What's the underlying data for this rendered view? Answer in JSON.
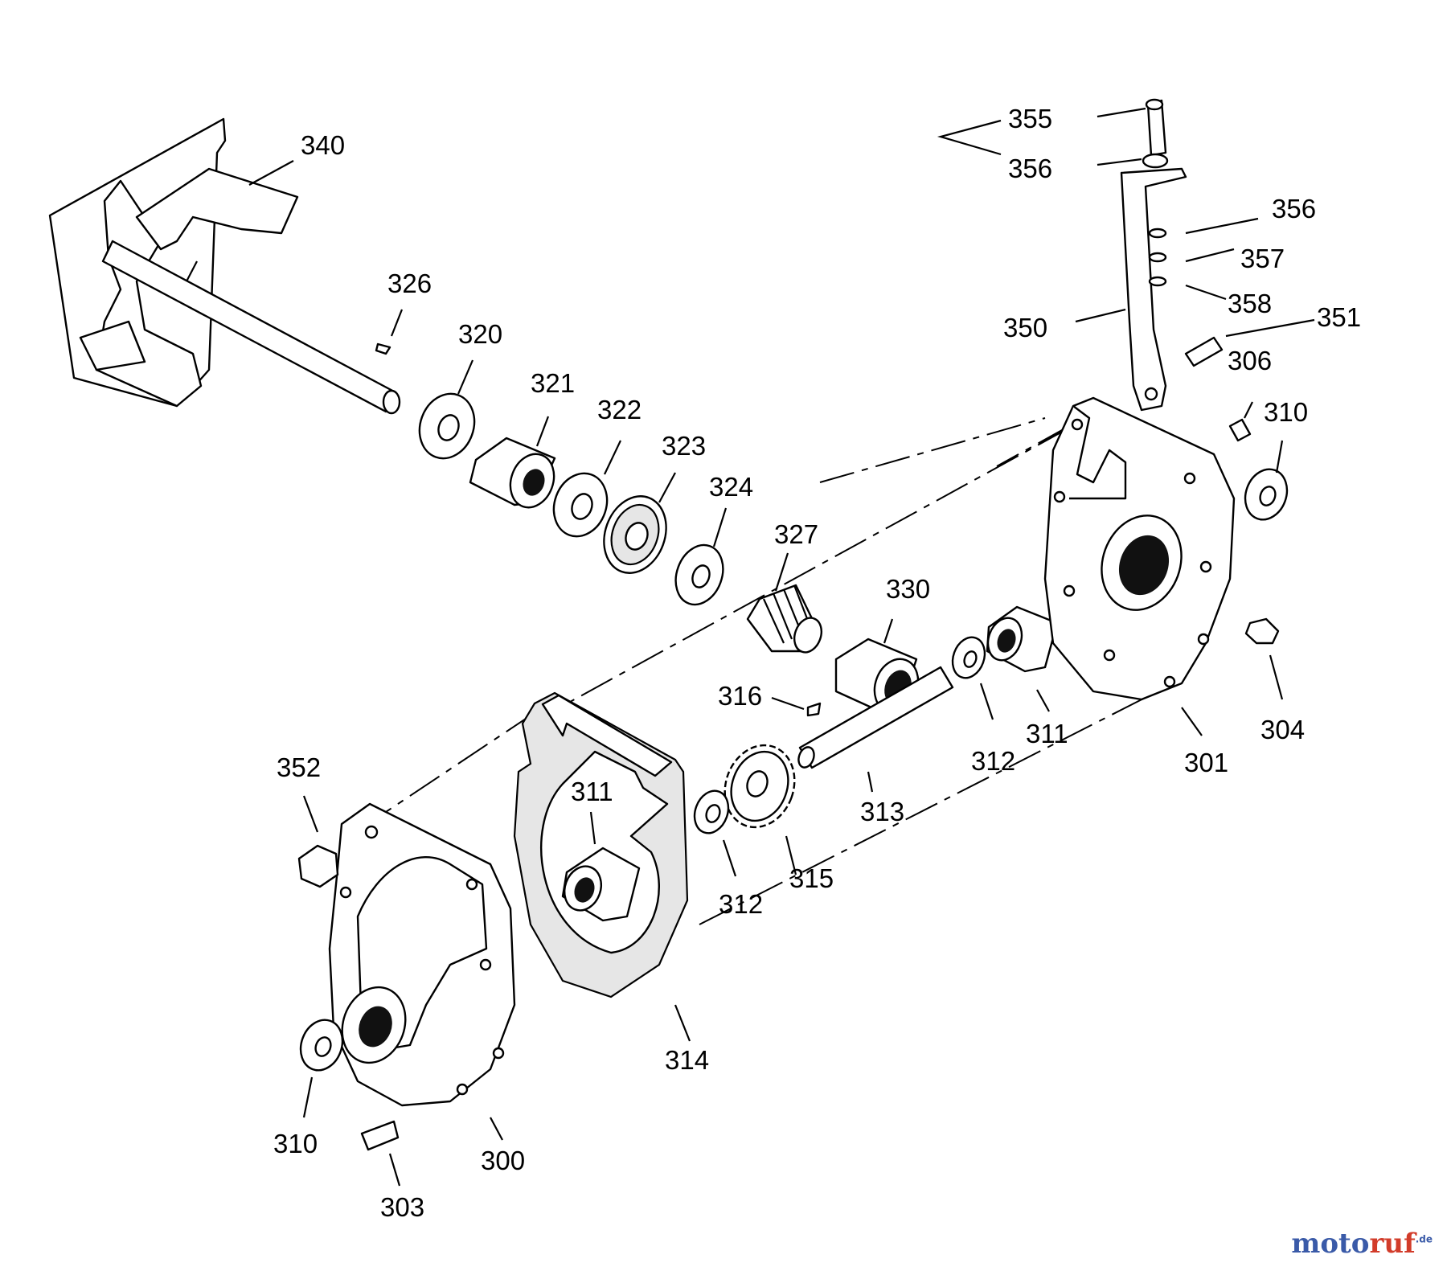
{
  "labels": {
    "p355": "355",
    "p356a": "356",
    "p356b": "356",
    "p357": "357",
    "p358": "358",
    "p350": "350",
    "p351": "351",
    "p306": "306",
    "p310a": "310",
    "p340": "340",
    "p326": "326",
    "p320": "320",
    "p321": "321",
    "p322": "322",
    "p323": "323",
    "p324": "324",
    "p327": "327",
    "p330": "330",
    "p316": "316",
    "p312a": "312",
    "p311a": "311",
    "p304": "304",
    "p301": "301",
    "p313": "313",
    "p352": "352",
    "p311b": "311",
    "p315": "315",
    "p312b": "312",
    "p314": "314",
    "p310b": "310",
    "p300": "300",
    "p303": "303"
  },
  "watermark": {
    "part1": "moto",
    "part2": "ruf",
    "suffix": ".de"
  }
}
